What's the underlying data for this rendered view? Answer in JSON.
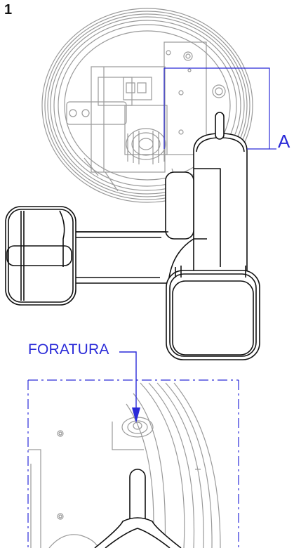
{
  "figure": {
    "step_number": "1",
    "callout_detail_label": "A",
    "callout_hole_label": "FORATURA"
  },
  "colors": {
    "ink": "#111111",
    "annotation": "#2a2ad8",
    "background_part": "#9a9a9a"
  },
  "icons": {
    "detail_arrow": "arrow-down-icon"
  }
}
